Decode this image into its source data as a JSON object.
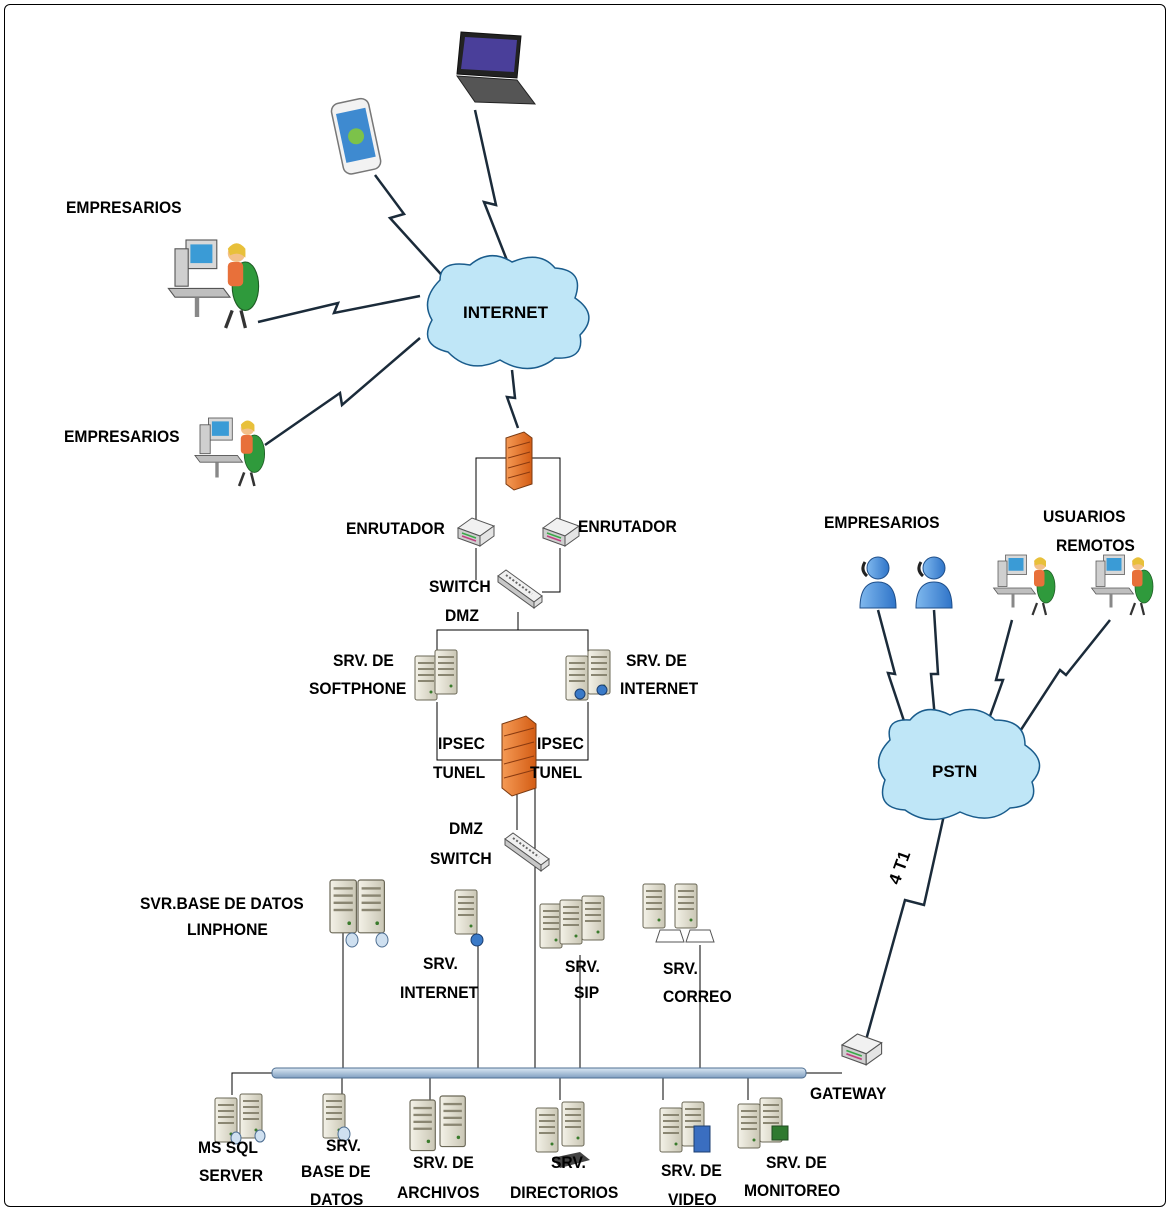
{
  "labels": {
    "empresarios_top": "EMPRESARIOS",
    "empresarios_left": "EMPRESARIOS",
    "empresarios_right": "EMPRESARIOS",
    "usuarios_remotos_1": "USUARIOS",
    "usuarios_remotos_2": "REMOTOS",
    "internet": "INTERNET",
    "pstn": "PSTN",
    "enrutador_left": "ENRUTADOR",
    "enrutador_right": "ENRUTADOR",
    "switch_dmz_1": "SWITCH",
    "switch_dmz_2": "DMZ",
    "srv_softphone_1": "SRV. DE",
    "srv_softphone_2": "SOFTPHONE",
    "srv_internet_top_1": "SRV. DE",
    "srv_internet_top_2": "INTERNET",
    "ipsec_left_1": "IPSEC",
    "ipsec_left_2": "TUNEL",
    "ipsec_right_1": "IPSEC",
    "ipsec_right_2": "TUNEL",
    "dmz_switch_1": "DMZ",
    "dmz_switch_2": "SWITCH",
    "svr_base_linphone_1": "SVR.BASE DE DATOS",
    "svr_base_linphone_2": "LINPHONE",
    "srv_internet_1": "SRV.",
    "srv_internet_2": "INTERNET",
    "srv_sip_1": "SRV.",
    "srv_sip_2": "SIP",
    "srv_correo_1": "SRV.",
    "srv_correo_2": "CORREO",
    "gateway": "GATEWAY",
    "link_4t1": "4 T1",
    "ms_sql_1": "MS SQL",
    "ms_sql_2": "SERVER",
    "srv_base_1": "SRV.",
    "srv_base_2": "BASE DE",
    "srv_base_3": "DATOS",
    "srv_archivos_1": "SRV. DE",
    "srv_archivos_2": "ARCHIVOS",
    "srv_directorios_1": "SRV.",
    "srv_directorios_2": "DIRECTORIOS",
    "srv_video_1": "SRV. DE",
    "srv_video_2": "VIDEO",
    "srv_monitoreo_1": "SRV. DE",
    "srv_monitoreo_2": "MONITOREO"
  },
  "colors": {
    "cloud_fill": "#bfe6f7",
    "cloud_stroke": "#1a5c8c",
    "firewall": "#e8782e",
    "bus_fill": "#a9c4de",
    "link": "#1b2b3a",
    "server": "#e6e4d8"
  }
}
